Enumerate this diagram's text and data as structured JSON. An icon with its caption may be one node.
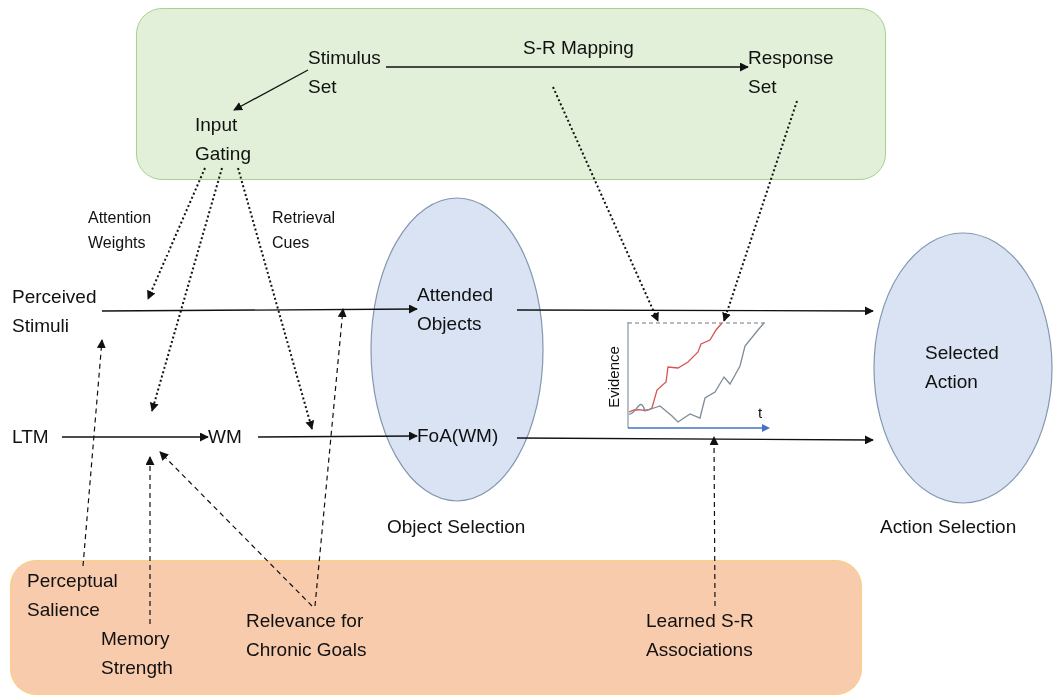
{
  "diagram": {
    "nodes": [
      {
        "text": [],
        "shape": "box"
      },
      {
        "text": [
          "Stimulus Set"
        ],
        "in": 0
      },
      {
        "text": [
          "Response Set"
        ],
        "in": 0
      },
      {
        "text": [
          "Input Gating"
        ],
        "in": 0
      },
      {
        "text": [
          "Perceived Stimuli"
        ]
      },
      {
        "text": [
          "Object Selection"
        ]
      },
      {
        "text": [
          "Attended Objects"
        ],
        "in": 5
      },
      {
        "text": [
          "FoA(WM)"
        ],
        "in": 5
      },
      {
        "text": [
          "LTM"
        ]
      },
      {
        "text": [
          "WM"
        ]
      },
      {
        "text": [
          "Selected Action",
          "Action Selection"
        ]
      },
      {
        "text": [],
        "shape": "box"
      },
      {
        "text": [
          "Perceptual Salience"
        ],
        "in": 11
      },
      {
        "text": [
          "Memory Strength"
        ],
        "in": 11
      },
      {
        "text": [
          "Relevance for Chronic Goals"
        ],
        "in": 11
      },
      {
        "text": [
          "Learned S-R Associations"
        ],
        "in": 11
      },
      {
        "text": [],
        "shape": "picture"
      }
    ],
    "edges": [
      {
        "from": 1,
        "to": 3,
        "arrow": "to"
      },
      {
        "from": 1,
        "to": 2,
        "arrow": "to",
        "label": "S-R Mapping"
      },
      {
        "from": 4,
        "to": 6,
        "arrow": "to"
      },
      {
        "from": 6,
        "to": 10,
        "arrow": "to"
      },
      {
        "from": 8,
        "to": 9,
        "arrow": "to"
      },
      {
        "from": 9,
        "to": 7,
        "arrow": "to"
      },
      {
        "from": 7,
        "to": 10,
        "arrow": "to"
      },
      {
        "from": 3,
        "to": null,
        "arrow": "to",
        "style": "dashed",
        "label": "Attention Weights"
      },
      {
        "from": 3,
        "to": null,
        "arrow": "to",
        "style": "dashed"
      },
      {
        "from": 3,
        "to": null,
        "arrow": "to",
        "style": "dashed",
        "label": "Retrieval Cues"
      },
      {
        "from": null,
        "to": 16,
        "arrow": "to",
        "style": "dashed"
      },
      {
        "from": 2,
        "to": 16,
        "arrow": "to",
        "style": "dashed"
      },
      {
        "from": 12,
        "to": 4,
        "arrow": "to",
        "style": "dashed"
      },
      {
        "from": 13,
        "to": null,
        "arrow": "to",
        "style": "dashed"
      },
      {
        "from": 14,
        "to": null,
        "arrow": "to",
        "style": "dashed"
      },
      {
        "from": 14,
        "to": null,
        "arrow": "to",
        "style": "dashed"
      },
      {
        "from": 15,
        "to": 16,
        "arrow": "to",
        "style": "dashed"
      }
    ],
    "labels": [
      "Evidence",
      "t"
    ]
  }
}
